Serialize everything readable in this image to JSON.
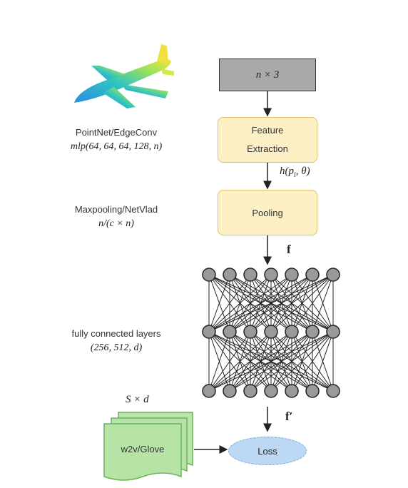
{
  "input": {
    "label": "n × 3"
  },
  "feature_extraction": {
    "label_line1": "Feature",
    "label_line2": "Extraction"
  },
  "pooling": {
    "label": "Pooling"
  },
  "loss": {
    "label": "Loss"
  },
  "embeddings": {
    "label": "w2v/Glove",
    "shape": "S × d"
  },
  "left_labels": {
    "encoder_name": "PointNet/EdgeConv",
    "encoder_mlp": "mlp(64, 64, 64, 128, n)",
    "pool_name": "Maxpooling/NetVlad",
    "pool_dim": "n/(c × n)",
    "fc_name": "fully connected layers",
    "fc_dims": "(256, 512, d)"
  },
  "arrow_labels": {
    "h": "h(p_i, θ)",
    "f": "f",
    "f_prime": "f′"
  },
  "colors": {
    "input_fill": "#a9a9a9",
    "feature_fill": "#fdf0c4",
    "feature_border": "#e0c06a",
    "node_fill": "#9a9a9a",
    "loss_fill": "#bcd8f4",
    "loss_border": "#7aa7d9",
    "embed_fill": "#b8e3a6",
    "embed_border": "#6bb35a"
  },
  "icons": {
    "airplane": "airplane-pointcloud-icon"
  }
}
